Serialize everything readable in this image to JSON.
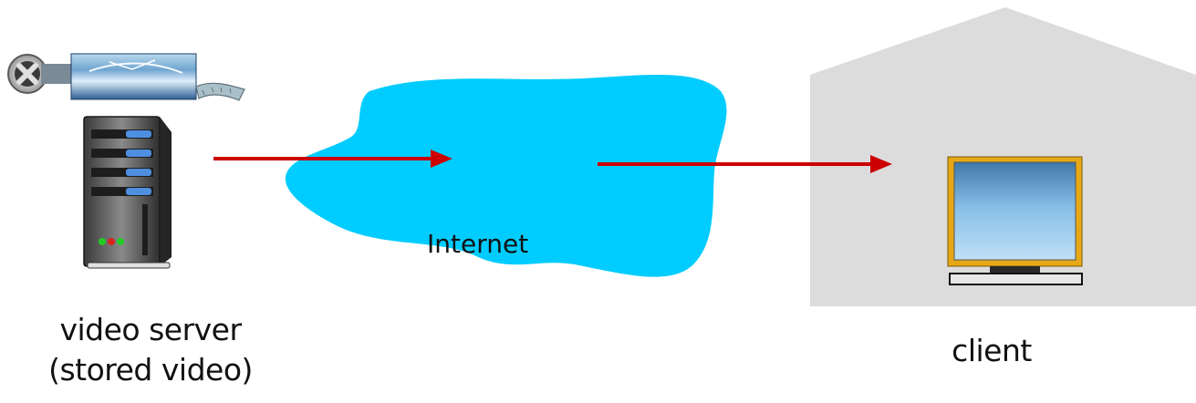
{
  "diagram": {
    "server_label_line1": "video server",
    "server_label_line2": "(stored video)",
    "network_label": "Internet",
    "client_label": "client"
  },
  "colors": {
    "cloud": "#00ccff",
    "arrow": "#cc0000",
    "house": "#dcdcdc",
    "screen_frame": "#e6a817",
    "screen": "#9cc8ec"
  },
  "icons": {
    "film_reel": "film-reel-icon",
    "video_frame": "video-frame-icon",
    "server": "server-tower-icon",
    "monitor": "monitor-icon"
  }
}
